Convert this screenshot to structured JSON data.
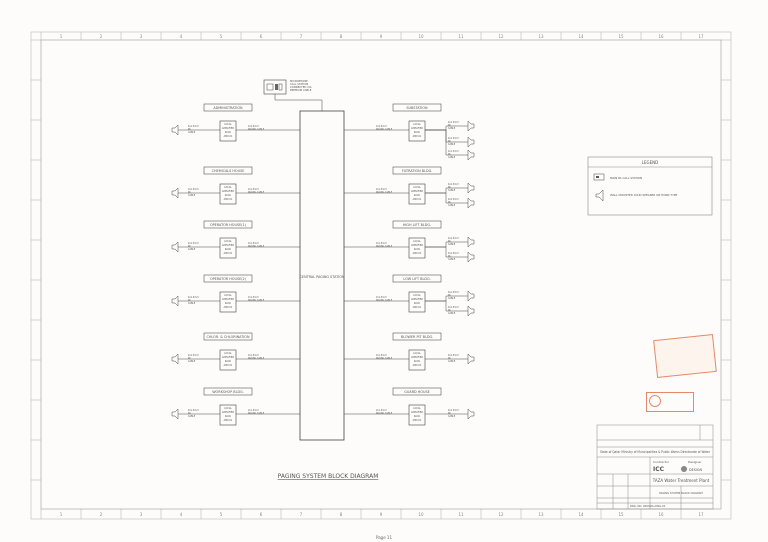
{
  "diagram": {
    "title": "PAGING SYSTEM BLOCK DIAGRAM",
    "center_box": "CENTRAL PAGING STATION",
    "top_device": {
      "lines": [
        "MICROPHONE",
        "CALL STATION",
        "CONNECTED VIA",
        "PREMIUM CABLE"
      ]
    },
    "block_text": {
      "amp": [
        "LOCAL",
        "AMPLIFIER",
        "RACK",
        "AMP-01"
      ],
      "cable_in": [
        "2x1.5mm²",
        "PAGING CABLE"
      ],
      "cable_out": [
        "4x1.5mm²",
        "PA",
        "CABLE"
      ]
    },
    "left_buildings": [
      "ADMINISTRATION",
      "CHEMICALS HOUSE",
      "OPERATOR HOUSE(1)",
      "OPERATOR HOUSE(2)",
      "CHLOR. & CHLORINATION",
      "WORKSHOP BLDG."
    ],
    "right_buildings": [
      "SUBSTATION",
      "FILTRATION BLDG.",
      "HIGH LIFT BLDG.",
      "LOW LIFT BLDG.",
      "BLOWER PIT BLDG.",
      "GUARD HOUSE"
    ]
  },
  "legend": {
    "title": "LEGEND",
    "items": [
      "MAIN PA CALL STATION",
      "WALL MOUNTED LOUD SPEAKER OR HORN TYPE"
    ]
  },
  "title_block": {
    "ministry": "State of Qatar  Ministry of Municipalities & Public Works  Directorate of Water",
    "contractor_label": "Contractor",
    "designer_label": "Designer",
    "contractor_name": "ICC",
    "designer_name": "DESIGN",
    "project_name": "TAZA Water Treatment Plant",
    "drawing_title": "PAGING SYSTEM BLOCK DIAGRAM",
    "drawing_no": "DRG. NO. 0003-PA-DWG-01"
  },
  "page_number": "Page 11"
}
